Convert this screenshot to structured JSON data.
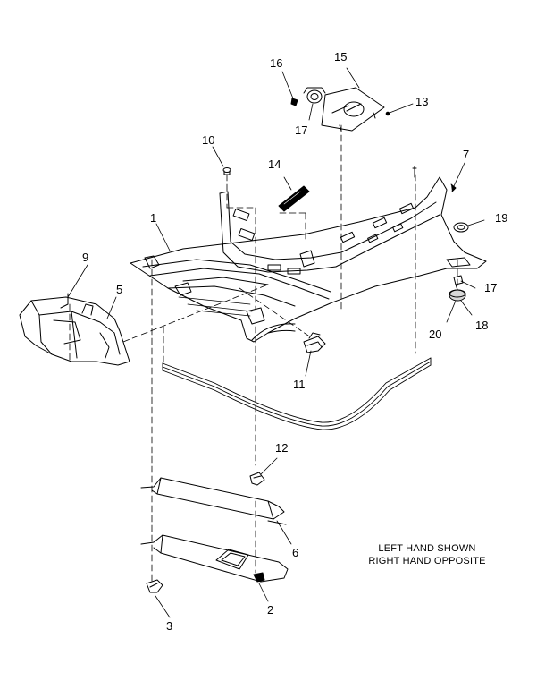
{
  "callouts": {
    "c1": "1",
    "c2": "2",
    "c3": "3",
    "c5": "5",
    "c6": "6",
    "c7": "7",
    "c9": "9",
    "c10": "10",
    "c11": "11",
    "c12": "12",
    "c13": "13",
    "c14": "14",
    "c15": "15",
    "c16": "16",
    "c17a": "17",
    "c17b": "17",
    "c18": "18",
    "c19": "19",
    "c20": "20"
  },
  "note": {
    "line1": "LEFT HAND SHOWN",
    "line2": "RIGHT HAND OPPOSITE"
  }
}
